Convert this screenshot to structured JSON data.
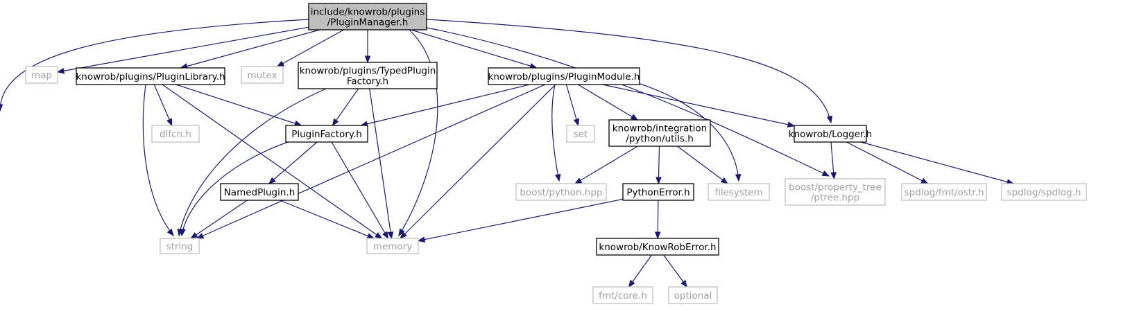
{
  "colors": {
    "edge": "#191970",
    "root_fill": "#bfbfbf",
    "root_stroke": "#000000",
    "local_stroke": "#000000",
    "external_stroke": "#bfbfbf",
    "local_text": "#000000",
    "external_text": "#a0a0a0"
  },
  "nodes": [
    {
      "id": "pluginmanager",
      "kind": "root",
      "lines": [
        "include/knowrob/plugins",
        "/PluginManager.h"
      ]
    },
    {
      "id": "string",
      "kind": "external",
      "lines": [
        "string"
      ]
    },
    {
      "id": "map",
      "kind": "external",
      "lines": [
        "map"
      ]
    },
    {
      "id": "pluginlibrary",
      "kind": "local",
      "lines": [
        "knowrob/plugins/PluginLibrary.h"
      ]
    },
    {
      "id": "mutex",
      "kind": "external",
      "lines": [
        "mutex"
      ]
    },
    {
      "id": "typedpluginfactory",
      "kind": "local",
      "lines": [
        "knowrob/plugins/TypedPlugin",
        "Factory.h"
      ]
    },
    {
      "id": "memory",
      "kind": "external",
      "lines": [
        "memory"
      ]
    },
    {
      "id": "pluginmodule",
      "kind": "local",
      "lines": [
        "knowrob/plugins/PluginModule.h"
      ]
    },
    {
      "id": "boostptree",
      "kind": "external",
      "lines": [
        "boost/property_tree",
        "/ptree.hpp"
      ]
    },
    {
      "id": "logger",
      "kind": "local",
      "lines": [
        "knowrob/Logger.h"
      ]
    },
    {
      "id": "dlfcn",
      "kind": "external",
      "lines": [
        "dlfcn.h"
      ]
    },
    {
      "id": "pluginfactory",
      "kind": "local",
      "lines": [
        "PluginFactory.h"
      ]
    },
    {
      "id": "namedplugin",
      "kind": "local",
      "lines": [
        "NamedPlugin.h"
      ]
    },
    {
      "id": "set",
      "kind": "external",
      "lines": [
        "set"
      ]
    },
    {
      "id": "pyutils",
      "kind": "local",
      "lines": [
        "knowrob/integration",
        "/python/utils.h"
      ]
    },
    {
      "id": "boostpython",
      "kind": "external",
      "lines": [
        "boost/python.hpp"
      ]
    },
    {
      "id": "filesystem",
      "kind": "external",
      "lines": [
        "filesystem"
      ]
    },
    {
      "id": "pythonerror",
      "kind": "local",
      "lines": [
        "PythonError.h"
      ]
    },
    {
      "id": "knowroberror",
      "kind": "local",
      "lines": [
        "knowrob/KnowRobError.h"
      ]
    },
    {
      "id": "fmtcore",
      "kind": "external",
      "lines": [
        "fmt/core.h"
      ]
    },
    {
      "id": "optional",
      "kind": "external",
      "lines": [
        "optional"
      ]
    },
    {
      "id": "spdlogostr",
      "kind": "external",
      "lines": [
        "spdlog/fmt/ostr.h"
      ]
    },
    {
      "id": "spdlog",
      "kind": "external",
      "lines": [
        "spdlog/spdlog.h"
      ]
    }
  ],
  "edges": [
    [
      "pluginmanager",
      "string"
    ],
    [
      "pluginmanager",
      "map"
    ],
    [
      "pluginmanager",
      "pluginlibrary"
    ],
    [
      "pluginmanager",
      "mutex"
    ],
    [
      "pluginmanager",
      "typedpluginfactory"
    ],
    [
      "pluginmanager",
      "memory"
    ],
    [
      "pluginmanager",
      "pluginmodule"
    ],
    [
      "pluginmanager",
      "boostptree"
    ],
    [
      "pluginmanager",
      "logger"
    ],
    [
      "pluginlibrary",
      "string"
    ],
    [
      "pluginlibrary",
      "dlfcn"
    ],
    [
      "pluginlibrary",
      "pluginfactory"
    ],
    [
      "pluginlibrary",
      "memory"
    ],
    [
      "typedpluginfactory",
      "string"
    ],
    [
      "typedpluginfactory",
      "pluginfactory"
    ],
    [
      "typedpluginfactory",
      "memory"
    ],
    [
      "pluginmodule",
      "pluginfactory"
    ],
    [
      "pluginmodule",
      "string"
    ],
    [
      "pluginmodule",
      "memory"
    ],
    [
      "pluginmodule",
      "boostpython"
    ],
    [
      "pluginmodule",
      "set"
    ],
    [
      "pluginmodule",
      "pyutils"
    ],
    [
      "pluginmodule",
      "filesystem"
    ],
    [
      "pluginmodule",
      "logger"
    ],
    [
      "pluginfactory",
      "string"
    ],
    [
      "pluginfactory",
      "namedplugin"
    ],
    [
      "pluginfactory",
      "memory"
    ],
    [
      "namedplugin",
      "string"
    ],
    [
      "namedplugin",
      "memory"
    ],
    [
      "pyutils",
      "boostpython"
    ],
    [
      "pyutils",
      "pythonerror"
    ],
    [
      "pyutils",
      "filesystem"
    ],
    [
      "pythonerror",
      "memory"
    ],
    [
      "pythonerror",
      "knowroberror"
    ],
    [
      "knowroberror",
      "fmtcore"
    ],
    [
      "knowroberror",
      "optional"
    ],
    [
      "logger",
      "boostptree"
    ],
    [
      "logger",
      "spdlogostr"
    ],
    [
      "logger",
      "spdlog"
    ]
  ]
}
